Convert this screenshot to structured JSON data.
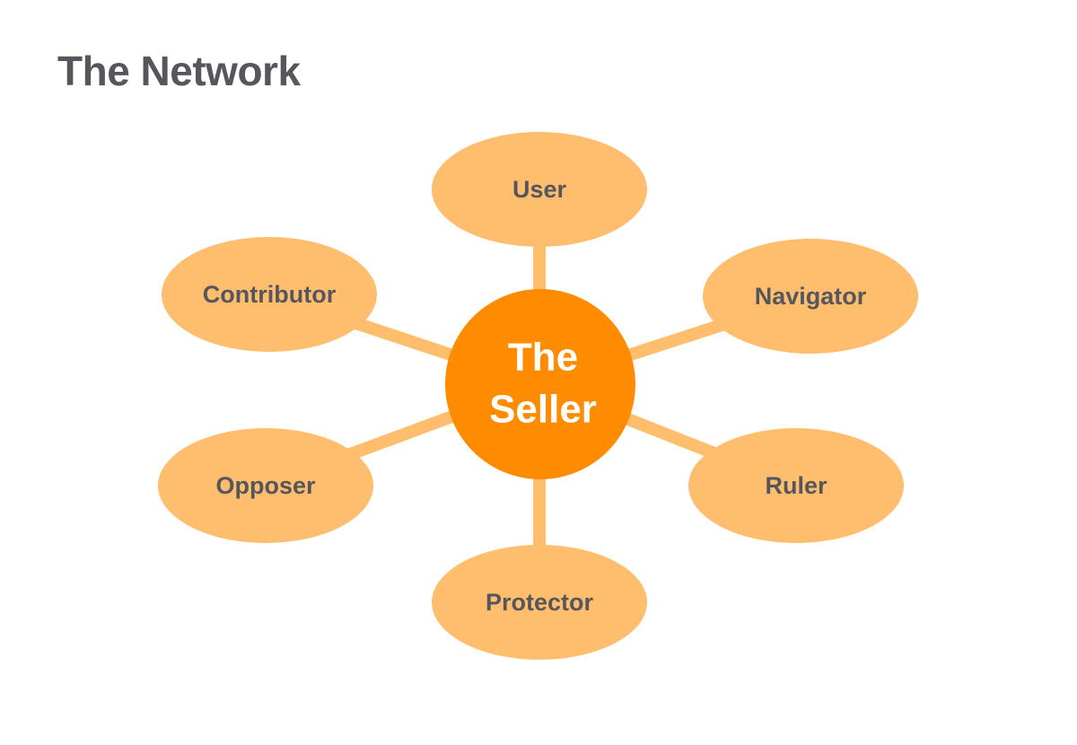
{
  "title": "The Network",
  "colors": {
    "title": "#55575c",
    "center_fill": "#ff8b00",
    "center_text": "#ffffff",
    "node_fill": "#ffbd6e",
    "node_text": "#55575c",
    "connector": "#ffbd6e"
  },
  "center": {
    "line1": "The",
    "line2": "Seller"
  },
  "nodes": [
    {
      "id": "user",
      "label": "User"
    },
    {
      "id": "navigator",
      "label": "Navigator"
    },
    {
      "id": "ruler",
      "label": "Ruler"
    },
    {
      "id": "protector",
      "label": "Protector"
    },
    {
      "id": "opposer",
      "label": "Opposer"
    },
    {
      "id": "contributor",
      "label": "Contributor"
    }
  ]
}
